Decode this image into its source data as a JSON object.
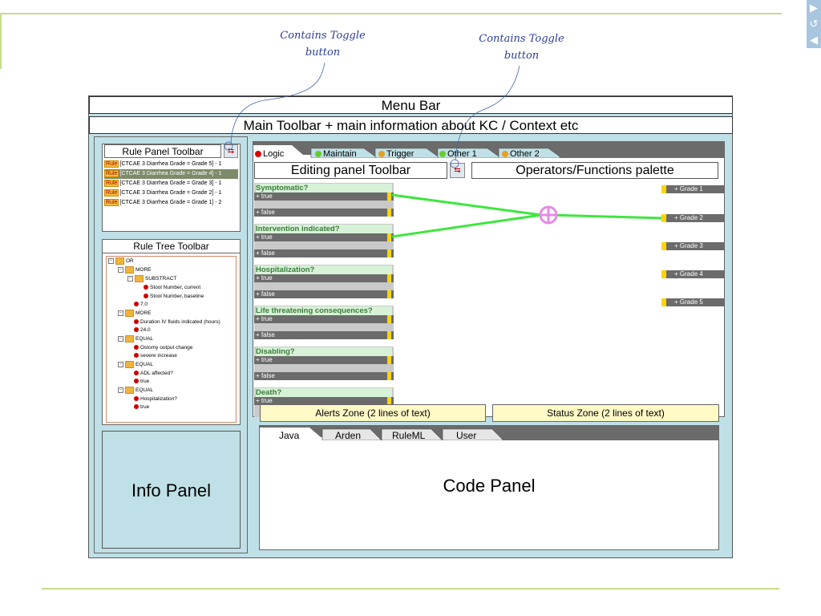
{
  "callouts": [
    {
      "line1": "Contains Toggle",
      "line2": "button"
    },
    {
      "line1": "Contains Toggle",
      "line2": "button"
    }
  ],
  "menu_bar": "Menu Bar",
  "main_toolbar": "Main Toolbar + main information about KC / Context etc",
  "rule_panel": {
    "title": "Rule Panel Toolbar",
    "rows": [
      {
        "tag": "Rule",
        "text": "[CTCAE 3 Diarrhea Grade = Grade 5] - 1"
      },
      {
        "tag": "Rule",
        "text": "[CTCAE 3 Diarrhea Grade = Grade 4] - 1"
      },
      {
        "tag": "Rule",
        "text": "[CTCAE 3 Diarrhea Grade = Grade 3] - 1"
      },
      {
        "tag": "Rule",
        "text": "[CTCAE 3 Diarrhea Grade = Grade 2] - 1"
      },
      {
        "tag": "Rule",
        "text": "[CTCAE 3 Diarrhea Grade = Grade 1] - 2"
      }
    ]
  },
  "rule_tree": {
    "title": "Rule Tree Toolbar",
    "nodes": [
      "OR",
      "MORE",
      "SUBSTRACT",
      "Stool Number, current",
      "Stool Number, baseline",
      "7.0",
      "MORE",
      "Duration IV fluids indicated (hours)",
      "24.0",
      "EQUAL",
      "Ostomy output change",
      "severe increase",
      "EQUAL",
      "ADL affected?",
      "true",
      "EQUAL",
      "Hospitalization?",
      "true"
    ]
  },
  "info_panel": "Info Panel",
  "editing": {
    "tabs": [
      "Logic",
      "Maintain",
      "Trigger",
      "Other 1",
      "Other 2"
    ],
    "toolbar": "Editing panel Toolbar",
    "palette": "Operators/Functions palette",
    "nodes": [
      {
        "title": "Symptomatic?",
        "t": "true",
        "f": "false"
      },
      {
        "title": "Intervention indicated?",
        "t": "true",
        "f": "false"
      },
      {
        "title": "Hospitalization?",
        "t": "true",
        "f": "false"
      },
      {
        "title": "Life threatening consequences?",
        "t": "true",
        "f": "false"
      },
      {
        "title": "Disabling?",
        "t": "true",
        "f": "false"
      },
      {
        "title": "Death?",
        "t": "true",
        "f": ""
      }
    ],
    "grades": [
      "Grade 1",
      "Grade 2",
      "Grade 3",
      "Grade 4",
      "Grade 5"
    ],
    "alerts": "Alerts Zone (2 lines of text)",
    "status": "Status Zone (2 lines of text)"
  },
  "code": {
    "tabs": [
      "Java",
      "Arden",
      "RuleML",
      "User"
    ],
    "label": "Code Panel"
  },
  "colors": {
    "connector": "#3ee63e",
    "operator": "#e58be5",
    "panel_bg": "#bfe0e6"
  }
}
